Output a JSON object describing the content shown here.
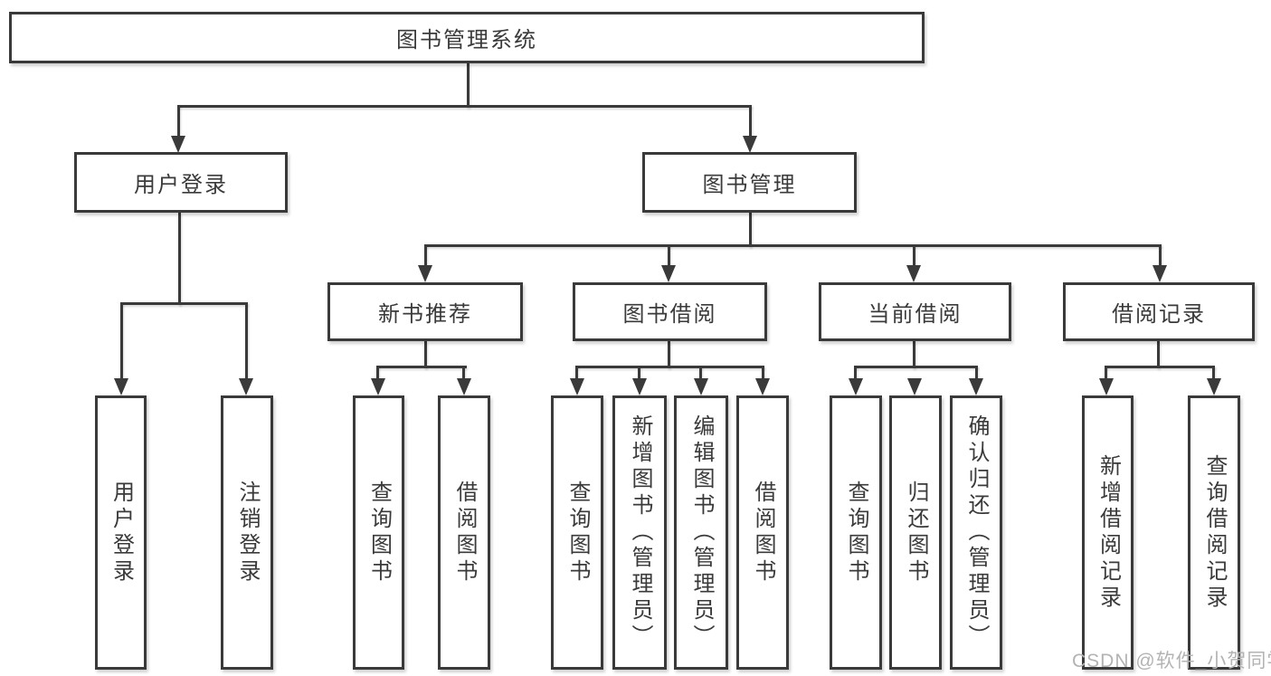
{
  "nodes": {
    "root": {
      "label": "图书管理系统"
    },
    "user_login": {
      "label": "用户登录"
    },
    "book_mgmt": {
      "label": "图书管理"
    },
    "new_book_rec": {
      "label": "新书推荐"
    },
    "book_borrow": {
      "label": "图书借阅"
    },
    "current_borrow": {
      "label": "当前借阅"
    },
    "borrow_record": {
      "label": "借阅记录"
    },
    "ul_user_login": {
      "label": "用户登录"
    },
    "ul_logout": {
      "label": "注销登录"
    },
    "nb_query_book": {
      "label": "查询图书"
    },
    "nb_borrow_book": {
      "label": "借阅图书"
    },
    "bb_query_book": {
      "label": "查询图书"
    },
    "bb_add_book": {
      "label": "新增图书（管理员）"
    },
    "bb_edit_book": {
      "label": "编辑图书（管理员）"
    },
    "bb_borrow_book": {
      "label": "借阅图书"
    },
    "cb_query_book": {
      "label": "查询图书"
    },
    "cb_return_book": {
      "label": "归还图书"
    },
    "cb_confirm_return": {
      "label": "确认归还（管理员）"
    },
    "br_add_record": {
      "label": "新增借阅记录"
    },
    "br_query_record": {
      "label": "查询借阅记录"
    }
  },
  "hierarchy": {
    "root": "图书管理系统",
    "children": [
      {
        "label": "用户登录",
        "children": [
          "用户登录",
          "注销登录"
        ]
      },
      {
        "label": "图书管理",
        "children": [
          {
            "label": "新书推荐",
            "children": [
              "查询图书",
              "借阅图书"
            ]
          },
          {
            "label": "图书借阅",
            "children": [
              "查询图书",
              "新增图书（管理员）",
              "编辑图书（管理员）",
              "借阅图书"
            ]
          },
          {
            "label": "当前借阅",
            "children": [
              "查询图书",
              "归还图书",
              "确认归还（管理员）"
            ]
          },
          {
            "label": "借阅记录",
            "children": [
              "新增借阅记录",
              "查询借阅记录"
            ]
          }
        ]
      }
    ]
  },
  "watermark": {
    "text": "CSDN @软件_小贺同学"
  },
  "colors": {
    "line": "#3a3a3a",
    "box_border": "#3a3a3a",
    "text": "#3a3a3a",
    "watermark": "#b3b3b3",
    "background": "#ffffff"
  }
}
